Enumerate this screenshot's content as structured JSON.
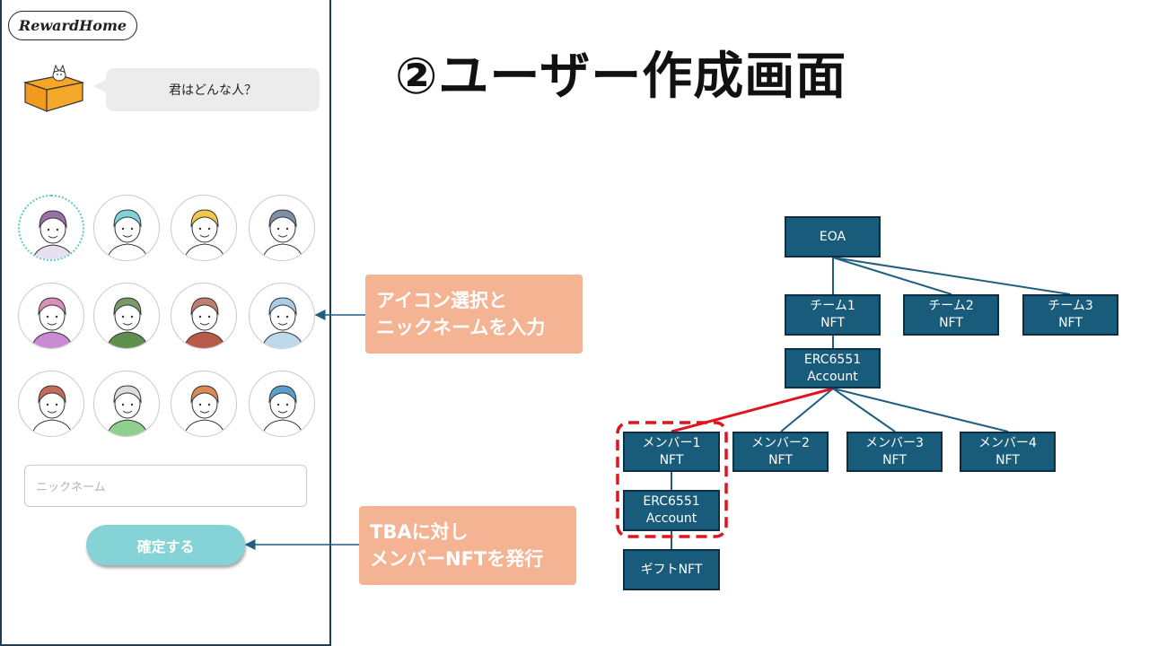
{
  "app": {
    "logo": "RewardHome",
    "question": "君はどんな人？",
    "avatars": [
      "avatar-1",
      "avatar-2",
      "avatar-3",
      "avatar-4",
      "avatar-5",
      "avatar-6",
      "avatar-7",
      "avatar-8",
      "avatar-9",
      "avatar-10",
      "avatar-11",
      "avatar-12"
    ],
    "selected_avatar": 1,
    "nickname_placeholder": "ニックネーム",
    "confirm_label": "確定する"
  },
  "slide": {
    "title": "②ユーザー作成画面",
    "callout_1_line1": "アイコン選択と",
    "callout_1_line2": "ニックネームを入力",
    "callout_2_line1": "TBAに対し",
    "callout_2_line2": "メンバーNFTを発行"
  },
  "tree": {
    "eoa": "EOA",
    "team1_l1": "チーム1",
    "team1_l2": "NFT",
    "team2_l1": "チーム2",
    "team2_l2": "NFT",
    "team3_l1": "チーム3",
    "team3_l2": "NFT",
    "team_acct_l1": "ERC6551",
    "team_acct_l2": "Account",
    "member1_l1": "メンバー1",
    "member1_l2": "NFT",
    "member2_l1": "メンバー2",
    "member2_l2": "NFT",
    "member3_l1": "メンバー3",
    "member3_l2": "NFT",
    "member4_l1": "メンバー4",
    "member4_l2": "NFT",
    "member_acct_l1": "ERC6551",
    "member_acct_l2": "Account",
    "gift": "ギフトNFT"
  },
  "colors": {
    "node_fill": "#195b7a",
    "node_border": "#0c2f45",
    "callout": "#f4b494",
    "confirm_button": "#86d3d7",
    "highlight": "#e0141e",
    "connector": "#1f5f80"
  }
}
